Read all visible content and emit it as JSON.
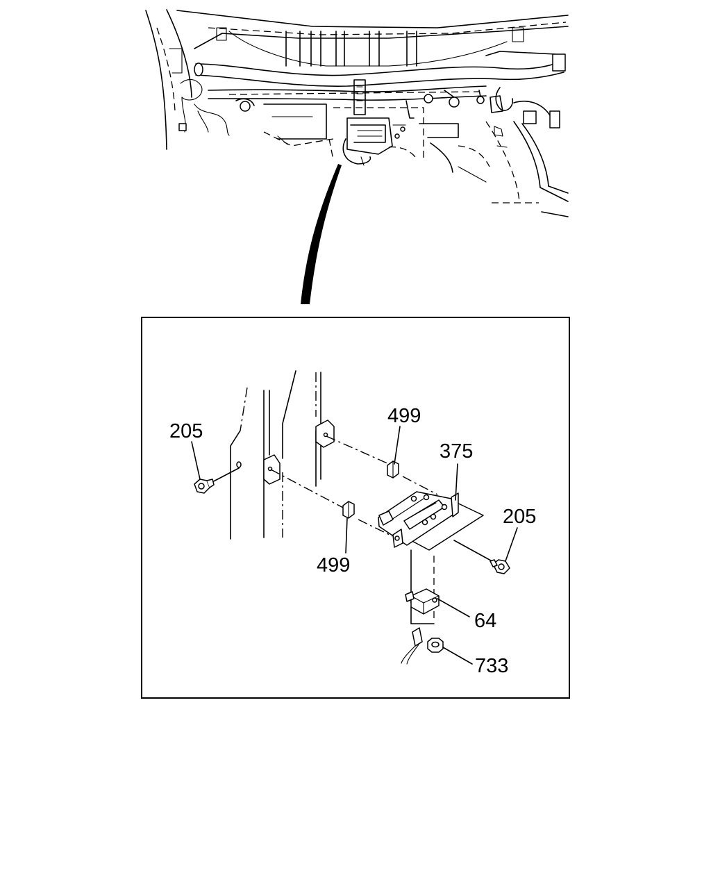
{
  "callouts": {
    "bolt_left": "205",
    "bolt_right": "205",
    "clip_upper": "499",
    "clip_lower": "499",
    "bracket": "375",
    "relay": "64",
    "nut": "733"
  }
}
